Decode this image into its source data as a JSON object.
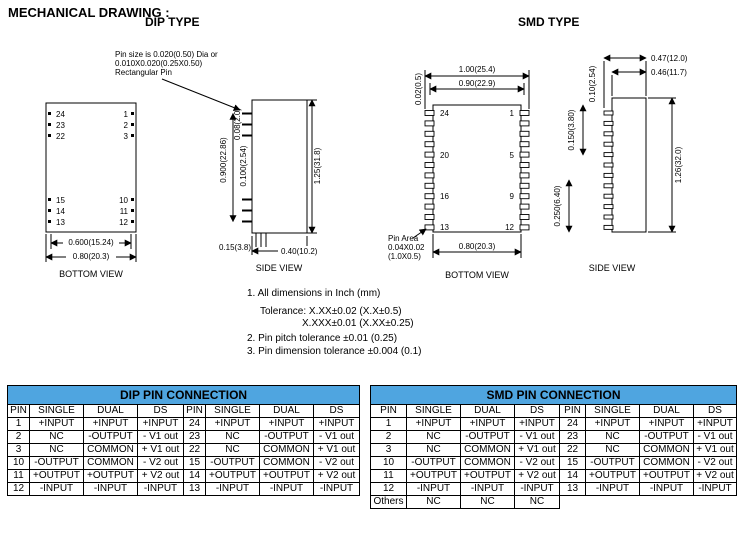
{
  "page": {
    "title": "MECHANICAL DRAWING :",
    "dip_heading": "DIP TYPE",
    "smd_heading": "SMD TYPE"
  },
  "dip": {
    "pin_note": {
      "line1": "Pin size is 0.020(0.50) Dia or",
      "line2": "0.010X0.020(0.25X0.50)",
      "line3": "Rectangular Pin"
    },
    "bottom_view": {
      "label": "BOTTOM VIEW",
      "pins_left_top": [
        "24",
        "23",
        "22"
      ],
      "pins_right_top": [
        "1",
        "2",
        "3"
      ],
      "pins_left_bottom": [
        "15",
        "14",
        "13"
      ],
      "pins_right_bottom": [
        "10",
        "11",
        "12"
      ],
      "dim_pin_span": "0.600(15.24)",
      "dim_body_width": "0.80(20.3)"
    },
    "side_view": {
      "label": "SIDE VIEW",
      "dim_pin_length": "0.08(2.0)",
      "dim_pin_group": "0.900(22.86)",
      "dim_pin_pitch": "0.100(2.54)",
      "dim_body_length": "1.25(31.8)",
      "dim_standoff": "0.15(3.8)",
      "dim_body_depth": "0.40(10.2)"
    }
  },
  "smd": {
    "bottom_view": {
      "label": "BOTTOM VIEW",
      "pins_left": [
        "24",
        "20",
        "16",
        "13"
      ],
      "pins_right": [
        "1",
        "5",
        "9",
        "12"
      ],
      "dim_overall_width": "1.00(25.4)",
      "dim_pad_span": "0.90(22.9)",
      "dim_pin_offset": "0.02(0.5)",
      "dim_body_width": "0.80(20.3)",
      "pin_area_note": {
        "line1": "Pin Area",
        "line2": "0.04X0.02",
        "line3": "(1.0X0.5)"
      }
    },
    "side_view": {
      "label": "SIDE VIEW",
      "dim_overall_depth": "0.47(12.0)",
      "dim_body_depth": "0.46(11.7)",
      "dim_pin_pitch": "0.10(2.54)",
      "dim_body_length": "1.26(32.0)",
      "dim_upper": "0.150(3.80)",
      "dim_lower": "0.250(6.40)"
    }
  },
  "notes": {
    "note1": "1. All dimensions in Inch (mm)",
    "tolerance1": "Tolerance: X.XX±0.02 (X.X±0.5)",
    "tolerance2": "X.XXX±0.01 (X.XX±0.25)",
    "note2": "2. Pin pitch tolerance ±0.01 (0.25)",
    "note3": "3. Pin dimension tolerance ±0.004 (0.1)"
  },
  "tables": {
    "dip": {
      "title": "DIP PIN CONNECTION",
      "headers": [
        "PIN",
        "SINGLE",
        "DUAL",
        "DS",
        "PIN",
        "SINGLE",
        "DUAL",
        "DS"
      ],
      "rows": [
        [
          "1",
          "+INPUT",
          "+INPUT",
          "+INPUT",
          "24",
          "+INPUT",
          "+INPUT",
          "+INPUT"
        ],
        [
          "2",
          "NC",
          "-OUTPUT",
          "- V1 out",
          "23",
          "NC",
          "-OUTPUT",
          "- V1 out"
        ],
        [
          "3",
          "NC",
          "COMMON",
          "+ V1 out",
          "22",
          "NC",
          "COMMON",
          "+ V1 out"
        ],
        [
          "10",
          "-OUTPUT",
          "COMMON",
          "- V2 out",
          "15",
          "-OUTPUT",
          "COMMON",
          "- V2 out"
        ],
        [
          "11",
          "+OUTPUT",
          "+OUTPUT",
          "+ V2 out",
          "14",
          "+OUTPUT",
          "+OUTPUT",
          "+ V2 out"
        ],
        [
          "12",
          "-INPUT",
          "-INPUT",
          "-INPUT",
          "13",
          "-INPUT",
          "-INPUT",
          "-INPUT"
        ]
      ]
    },
    "smd": {
      "title": "SMD PIN CONNECTION",
      "headers": [
        "PIN",
        "SINGLE",
        "DUAL",
        "DS",
        "PIN",
        "SINGLE",
        "DUAL",
        "DS"
      ],
      "rows": [
        [
          "1",
          "+INPUT",
          "+INPUT",
          "+INPUT",
          "24",
          "+INPUT",
          "+INPUT",
          "+INPUT"
        ],
        [
          "2",
          "NC",
          "-OUTPUT",
          "- V1 out",
          "23",
          "NC",
          "-OUTPUT",
          "- V1 out"
        ],
        [
          "3",
          "NC",
          "COMMON",
          "+ V1 out",
          "22",
          "NC",
          "COMMON",
          "+ V1 out"
        ],
        [
          "10",
          "-OUTPUT",
          "COMMON",
          "- V2 out",
          "15",
          "-OUTPUT",
          "COMMON",
          "- V2 out"
        ],
        [
          "11",
          "+OUTPUT",
          "+OUTPUT",
          "+ V2 out",
          "14",
          "+OUTPUT",
          "+OUTPUT",
          "+ V2 out"
        ],
        [
          "12",
          "-INPUT",
          "-INPUT",
          "-INPUT",
          "13",
          "-INPUT",
          "-INPUT",
          "-INPUT"
        ],
        [
          "Others",
          "NC",
          "NC",
          "NC",
          "",
          "",
          "",
          ""
        ]
      ]
    }
  },
  "colors": {
    "table_title_bg": "#4fa5e0",
    "line_color": "#000000"
  }
}
